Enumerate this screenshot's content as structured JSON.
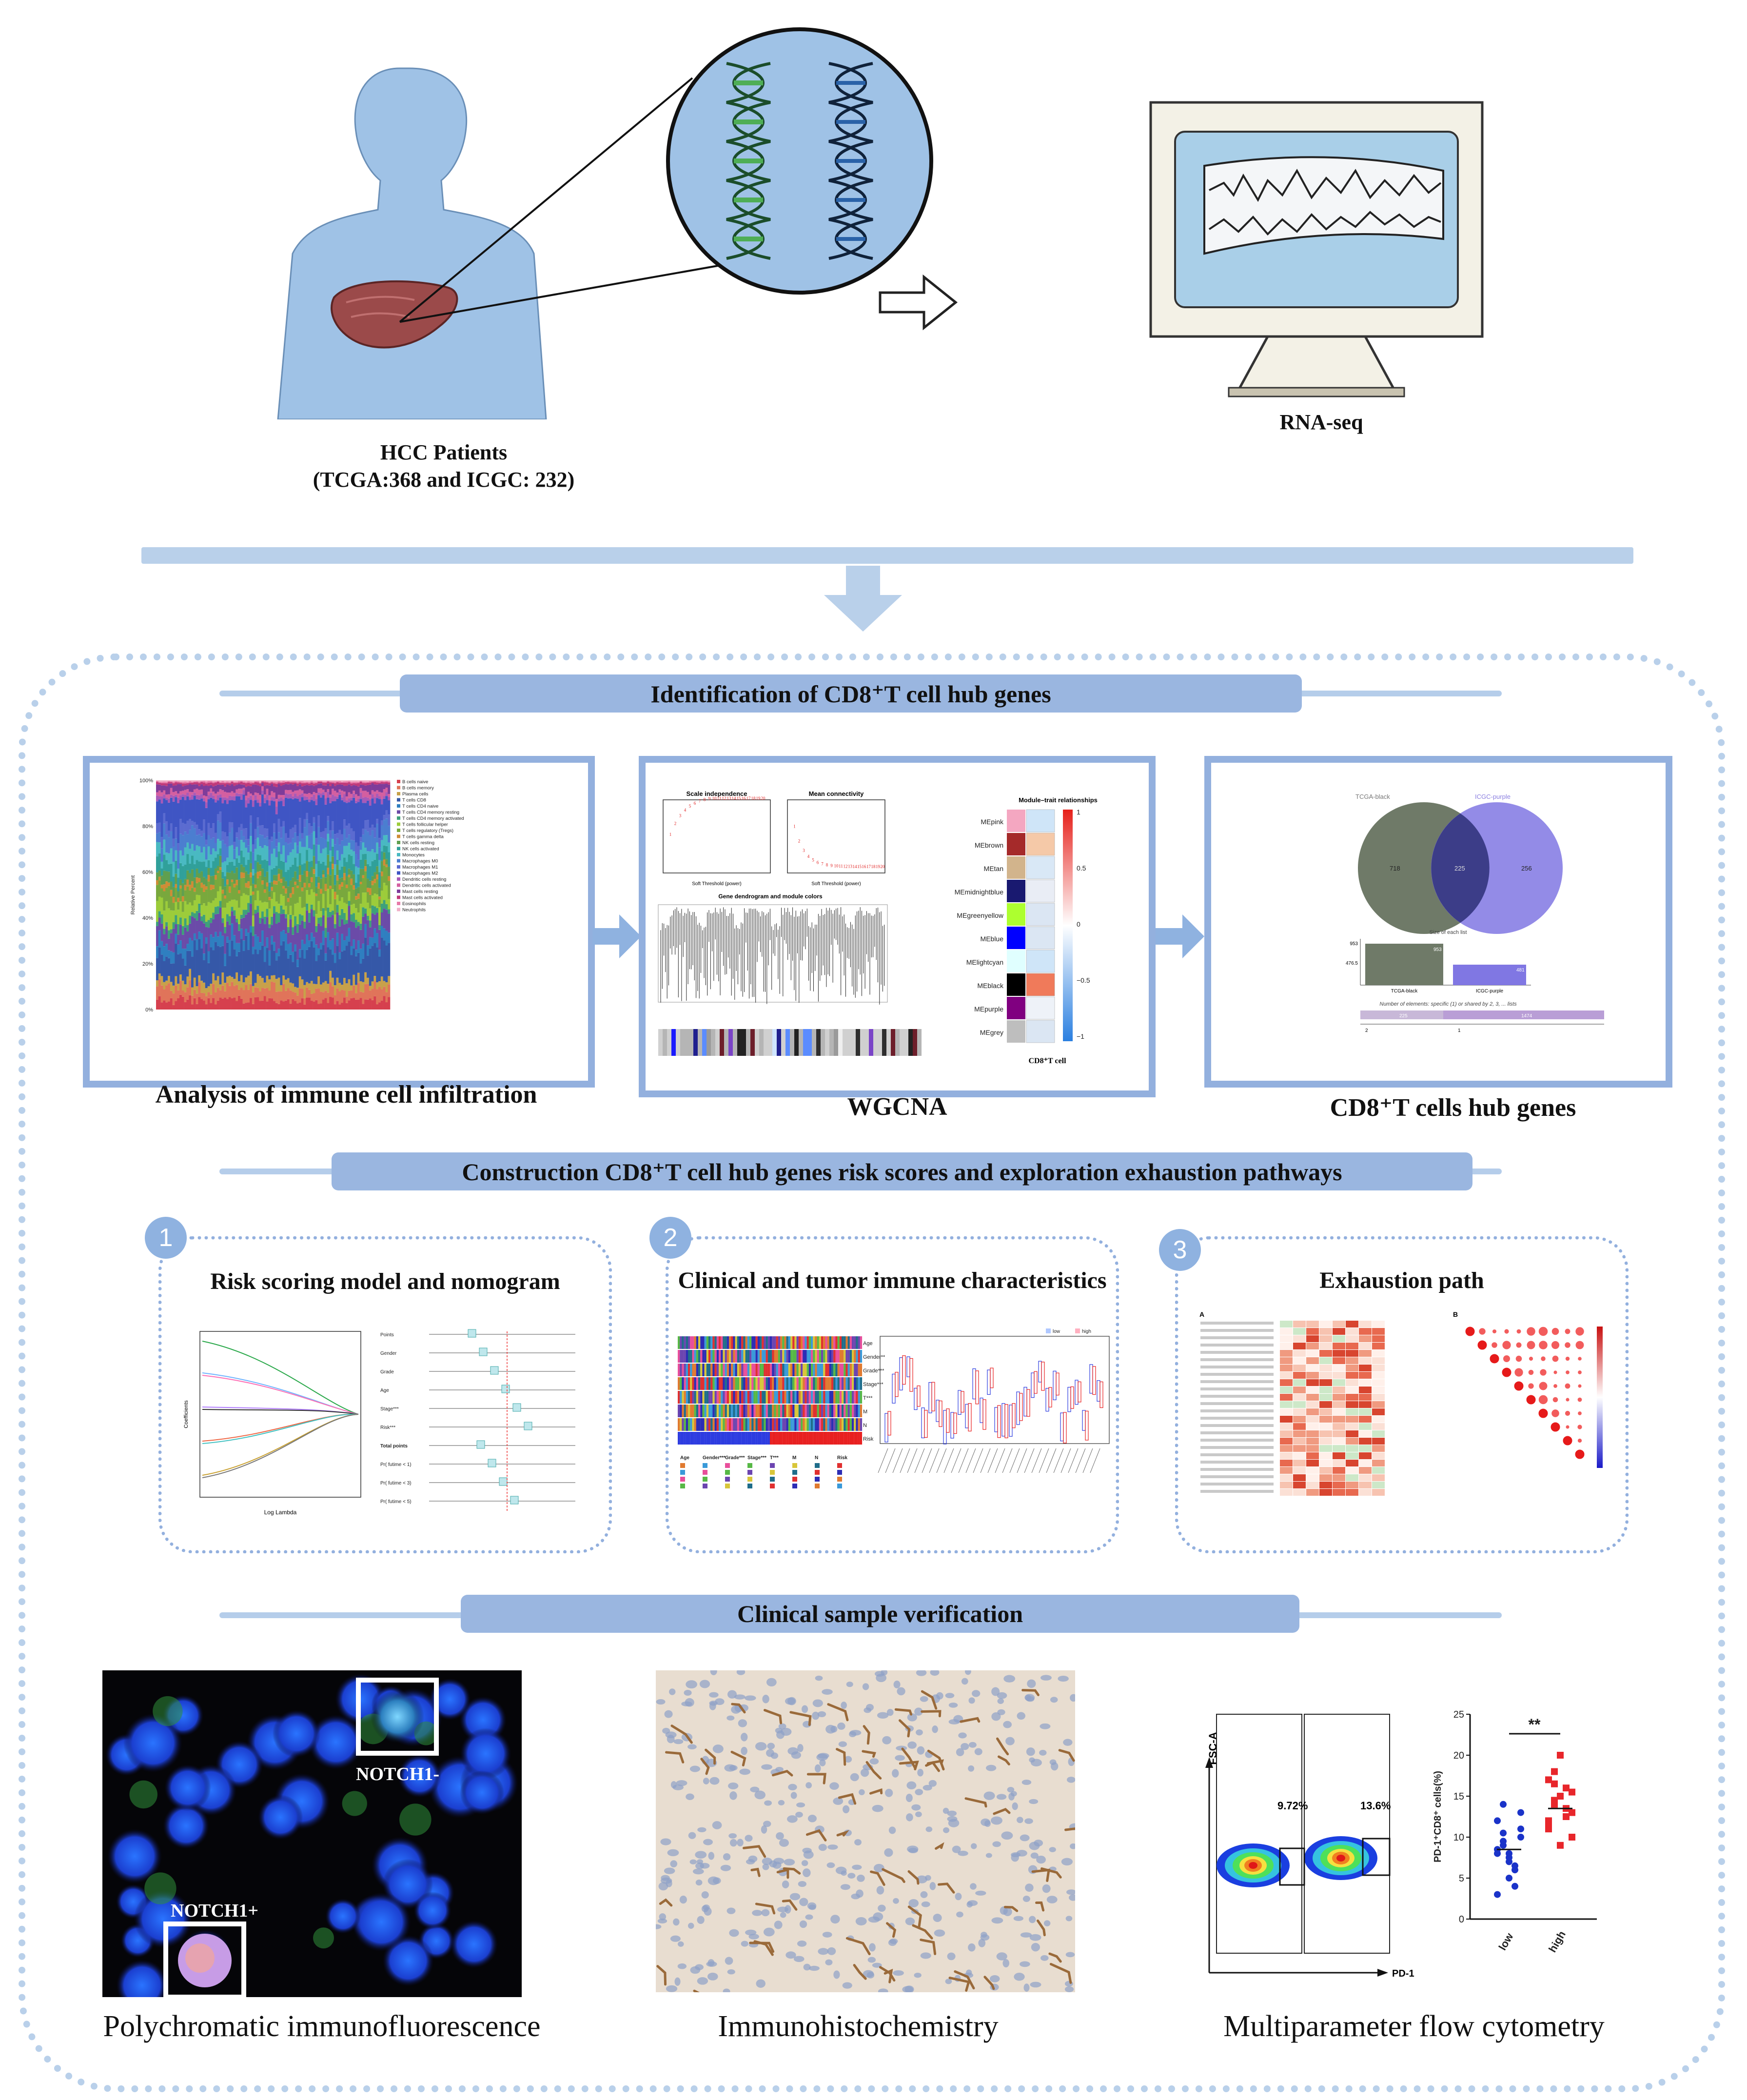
{
  "top": {
    "patients_line1": "HCC Patients",
    "patients_line2": "(TCGA:368 and ICGC: 232)",
    "rnaseq": "RNA-seq"
  },
  "section1": {
    "title": "Identification of CD8⁺T cell hub genes",
    "panel_infiltration": {
      "caption": "Analysis of immune cell infiltration",
      "yticks": [
        "100%",
        "80%",
        "60%",
        "40%",
        "20%",
        "0%"
      ],
      "ylabel": "Relative Percent",
      "legend": [
        "B cells naive",
        "B cells memory",
        "Plasma cells",
        "T cells CD8",
        "T cells CD4 naive",
        "T cells CD4 memory resting",
        "T cells CD4 memory activated",
        "T cells follicular helper",
        "T cells regulatory (Tregs)",
        "T cells gamma delta",
        "NK cells resting",
        "NK cells activated",
        "Monocytes",
        "Macrophages M0",
        "Macrophages M1",
        "Macrophages M2",
        "Dendritic cells resting",
        "Dendritic cells activated",
        "Mast cells resting",
        "Mast cells activated",
        "Eosinophils",
        "Neutrophils"
      ]
    },
    "panel_wgcna": {
      "caption": "WGCNA",
      "scale_title": "Scale independence",
      "mean_title": "Mean connectivity",
      "xlabel": "Soft Threshold (power)",
      "dendro_title": "Gene dendrogram and module colors",
      "mtr_title": "Module–trait relationships",
      "modules": [
        "MEpink",
        "MEbrown",
        "MEtan",
        "MEmidnightblue",
        "MEgreenyellow",
        "MEblue",
        "MElightcyan",
        "MEblack",
        "MEpurple",
        "MEgrey"
      ],
      "scale_ticks": [
        "1",
        "0.5",
        "0",
        "−0.5",
        "−1"
      ],
      "trait": "CD8⁺T cell"
    },
    "panel_hub": {
      "caption": "CD8⁺T cells hub genes",
      "set_a": "TCGA-black",
      "set_b": "ICGC-purple",
      "venn_left": "718",
      "venn_mid": "225",
      "venn_right": "256",
      "bar_title": "Size of each list",
      "bar_y1": "953",
      "bar_y2": "476.5",
      "bar_a": "953",
      "bar_b": "481",
      "footer": "Number of elements: specific (1) or shared by 2, 3, ... lists",
      "seg1": "225",
      "seg2": "1474",
      "axis1": "2",
      "axis2": "1"
    }
  },
  "section2": {
    "title": "Construction CD8⁺T cell hub genes risk scores and exploration exhaustion pathways",
    "box1": {
      "num": "1",
      "title": "Risk scoring model and nomogram",
      "xlabel": "Log Lambda",
      "ylabel": "Coefficients",
      "nomo_rows": [
        "Points",
        "Gender",
        "Grade",
        "Age",
        "Stage***",
        "Risk***",
        "Total points",
        "Pr( futime < 1)",
        "Pr( futime < 3)",
        "Pr( futime < 5)"
      ]
    },
    "box2": {
      "num": "2",
      "title": "Clinical and tumor immune characteristics",
      "hm_rows": [
        "Age",
        "Gender**",
        "Grade***",
        "Stage***",
        "T***",
        "M",
        "N",
        "Risk"
      ],
      "legend_groups": [
        "Age",
        "Gender***",
        "Grade***",
        "Stage***",
        "T***",
        "M",
        "N",
        "Risk"
      ],
      "risk_legend": [
        "low",
        "high"
      ]
    },
    "box3": {
      "num": "3",
      "title": "Exhaustion path",
      "label_a": "A",
      "label_b": "B"
    }
  },
  "section3": {
    "title": "Clinical sample verification",
    "if_label_neg": "NOTCH1-",
    "if_label_pos": "NOTCH1+",
    "flow": {
      "ylabel": "FSC-A",
      "xlabel": "PD-1",
      "gate_low": "9.72%",
      "gate_high": "13.6%",
      "sig": "**",
      "scatter_ylabel": "PD-1⁺CD8⁺ cells(%)",
      "yticks": [
        "25",
        "20",
        "15",
        "10",
        "5",
        "0"
      ],
      "groups": [
        "low",
        "high"
      ]
    },
    "captions": [
      "Polychromatic immunofluorescence",
      "Immunohistochemistry",
      "Multiparameter flow cytometry"
    ]
  },
  "colors": {
    "accent": "#9ab6e0",
    "panel_border": "#93b0de",
    "line": "#b5cdea",
    "low": "#1a33c9",
    "high": "#e8262b"
  }
}
